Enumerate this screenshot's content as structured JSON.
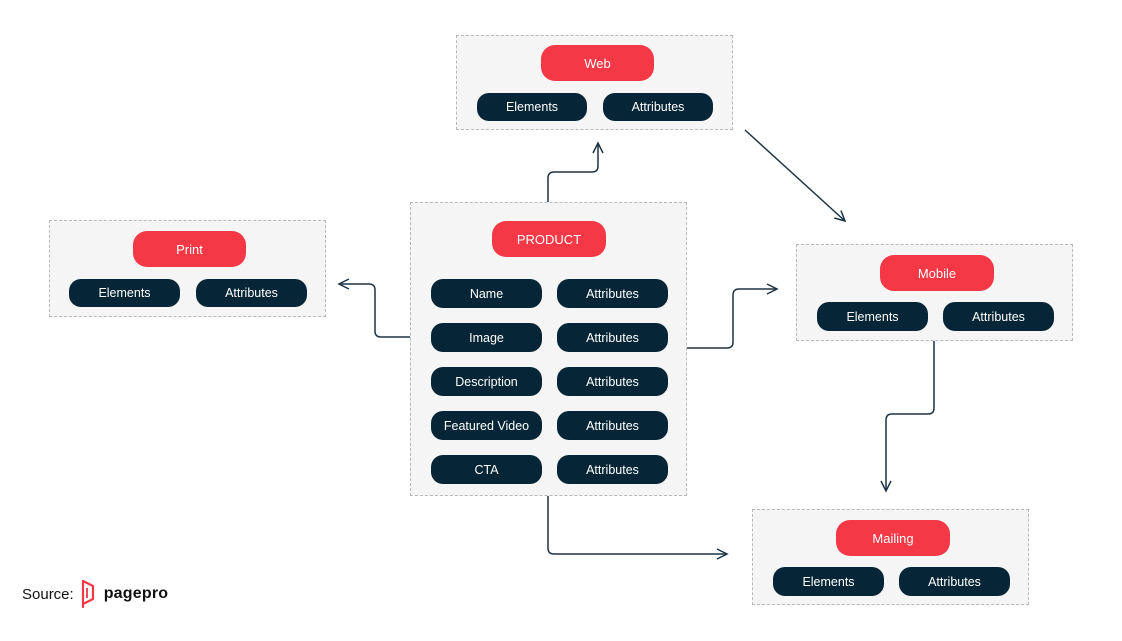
{
  "nodes": {
    "web": {
      "title": "Web",
      "items": [
        "Elements",
        "Attributes"
      ]
    },
    "print": {
      "title": "Print",
      "items": [
        "Elements",
        "Attributes"
      ]
    },
    "product": {
      "title": "PRODUCT",
      "rows": [
        [
          "Name",
          "Attributes"
        ],
        [
          "Image",
          "Attributes"
        ],
        [
          "Description",
          "Attributes"
        ],
        [
          "Featured Video",
          "Attributes"
        ],
        [
          "CTA",
          "Attributes"
        ]
      ]
    },
    "mobile": {
      "title": "Mobile",
      "items": [
        "Elements",
        "Attributes"
      ]
    },
    "mailing": {
      "title": "Mailing",
      "items": [
        "Elements",
        "Attributes"
      ]
    }
  },
  "edges": [
    {
      "from": "product",
      "to": "web"
    },
    {
      "from": "product",
      "to": "print"
    },
    {
      "from": "product",
      "to": "mobile"
    },
    {
      "from": "product",
      "to": "mailing"
    },
    {
      "from": "web",
      "to": "mobile"
    },
    {
      "from": "mobile",
      "to": "mailing"
    }
  ],
  "source": {
    "label": "Source:",
    "brand": "pagepro"
  },
  "colors": {
    "accent": "#f43845",
    "pill": "#062536",
    "box_bg": "#f5f5f5",
    "line": "#1d3444"
  }
}
